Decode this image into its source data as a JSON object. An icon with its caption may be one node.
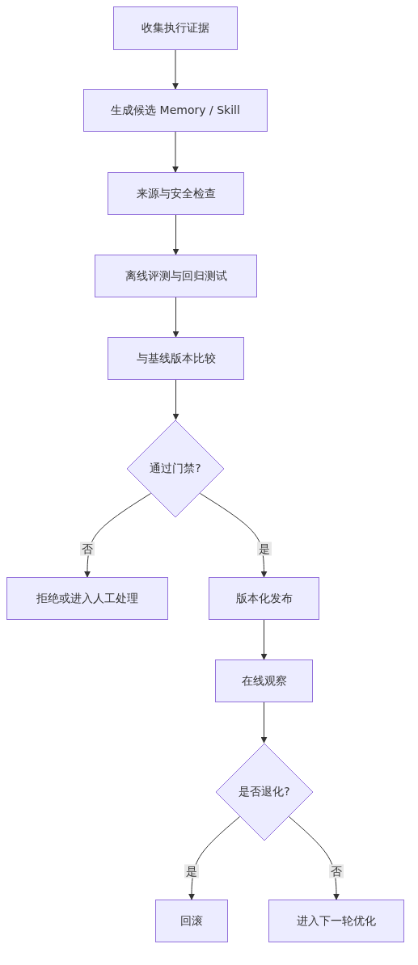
{
  "diagram": {
    "nodes": [
      {
        "text": [
          "收集执行证据"
        ]
      },
      {
        "text": [
          "生成候选 Memory / Skill"
        ]
      },
      {
        "text": [
          "来源与安全检查"
        ]
      },
      {
        "text": [
          "离线评测与回归测试"
        ]
      },
      {
        "text": [
          "与基线版本比较"
        ]
      },
      {
        "text": [
          "通过门禁?"
        ]
      },
      {
        "text": [
          "拒绝或进入人工处理"
        ]
      },
      {
        "text": [
          "版本化发布"
        ]
      },
      {
        "text": [
          "在线观察"
        ]
      },
      {
        "text": [
          "是否退化?"
        ]
      },
      {
        "text": [
          "回滚"
        ]
      },
      {
        "text": [
          "进入下一轮优化"
        ]
      }
    ],
    "edges": [
      {
        "from": 0,
        "to": 1,
        "arrow": "to"
      },
      {
        "from": 1,
        "to": 2,
        "arrow": "to"
      },
      {
        "from": 2,
        "to": 3,
        "arrow": "to"
      },
      {
        "from": 3,
        "to": 4,
        "arrow": "to"
      },
      {
        "from": 4,
        "to": 5,
        "arrow": "to"
      },
      {
        "from": 5,
        "to": 6,
        "arrow": "to",
        "label": "否"
      },
      {
        "from": 5,
        "to": 7,
        "arrow": "to",
        "label": "是"
      },
      {
        "from": 7,
        "to": 8,
        "arrow": "to"
      },
      {
        "from": 8,
        "to": 9,
        "arrow": "to"
      },
      {
        "from": 9,
        "to": 10,
        "arrow": "to",
        "label": "是"
      },
      {
        "from": 9,
        "to": 11,
        "arrow": "to",
        "label": "否"
      }
    ]
  }
}
